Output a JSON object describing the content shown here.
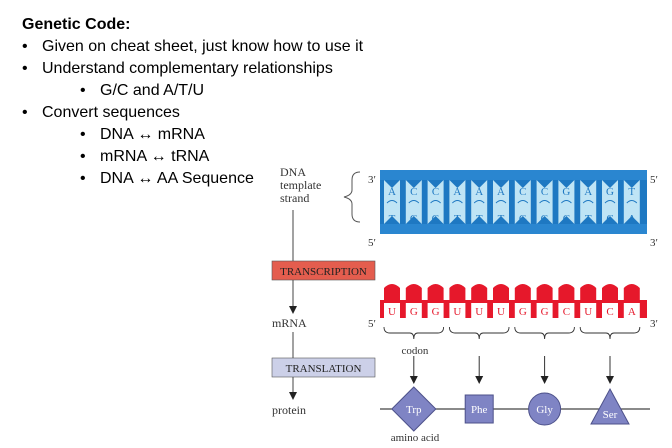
{
  "notes": {
    "heading": "Genetic Code:",
    "items": [
      "Given on cheat sheet, just know how to use it",
      "Understand complementary relationships",
      "Convert sequences"
    ],
    "sub_complementary": [
      "G/C and A/T/U"
    ],
    "sub_convert": [
      "DNA ↔ mRNA",
      "mRNA ↔ tRNA",
      "DNA ↔ AA Sequence"
    ]
  },
  "diagram": {
    "dna_label": [
      "DNA",
      "template",
      "strand"
    ],
    "top_strand_bases": [
      "A",
      "C",
      "C",
      "A",
      "A",
      "A",
      "C",
      "C",
      "G",
      "A",
      "G",
      "T"
    ],
    "bottom_strand_bases": [
      "T",
      "G",
      "G",
      "T",
      "T",
      "T",
      "G",
      "G",
      "C",
      "T",
      "C",
      "A"
    ],
    "mrna_bases": [
      "U",
      "G",
      "G",
      "U",
      "U",
      "U",
      "G",
      "G",
      "C",
      "U",
      "C",
      "A"
    ],
    "prime_3": "3′",
    "prime_5": "5′",
    "transcription_label": "TRANSCRIPTION",
    "translation_label": "TRANSLATION",
    "mrna_label": "mRNA",
    "protein_label": "protein",
    "codon_label": "codon",
    "amino_acid_label": "amino acid",
    "amino_acids": [
      "Trp",
      "Phe",
      "Gly",
      "Ser"
    ],
    "colors": {
      "dna_blue": "#1e78c2",
      "dna_light": "#bfe4f5",
      "mrna_red": "#e6182b",
      "transcription_box": "#e45d4e",
      "translation_box": "#ccd0e8",
      "amino_acid": "#7f84c4"
    }
  }
}
